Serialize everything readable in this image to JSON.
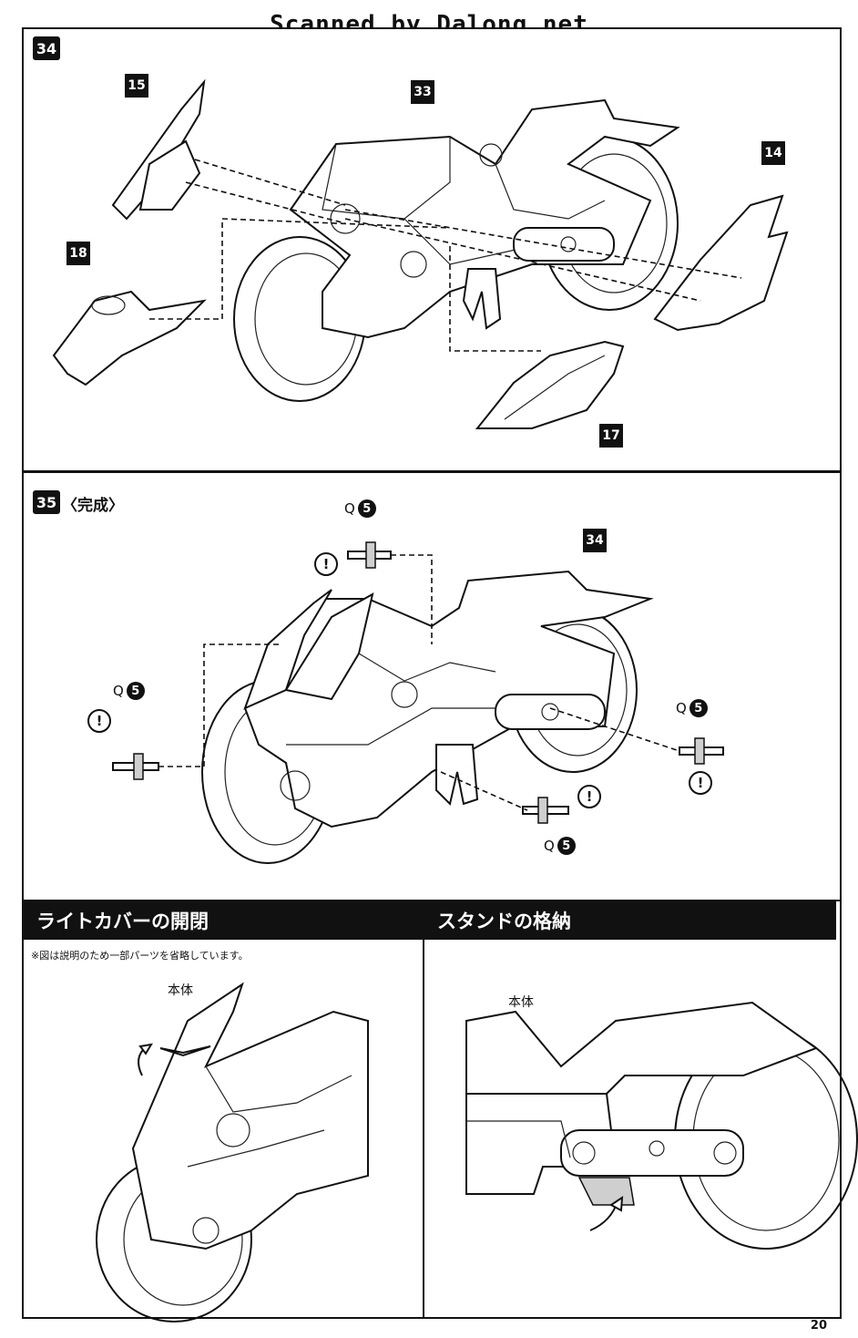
{
  "header": {
    "scan_credit": "Scanned by Dalong.net"
  },
  "step34": {
    "number": "34",
    "parts": [
      "15",
      "33",
      "14",
      "18",
      "17"
    ]
  },
  "step35": {
    "number": "35",
    "label": "〈完成〉",
    "assembly_ref": "34",
    "q_part": "Q",
    "q_number": "5",
    "warning_mark": "!"
  },
  "light_cover": {
    "title": "ライトカバーの開閉",
    "note": "※図は説明のため一部パーツを省略しています。",
    "body_label": "本体"
  },
  "stand": {
    "title": "スタンドの格納",
    "body_label": "本体"
  },
  "footer": {
    "page_number": "20"
  }
}
